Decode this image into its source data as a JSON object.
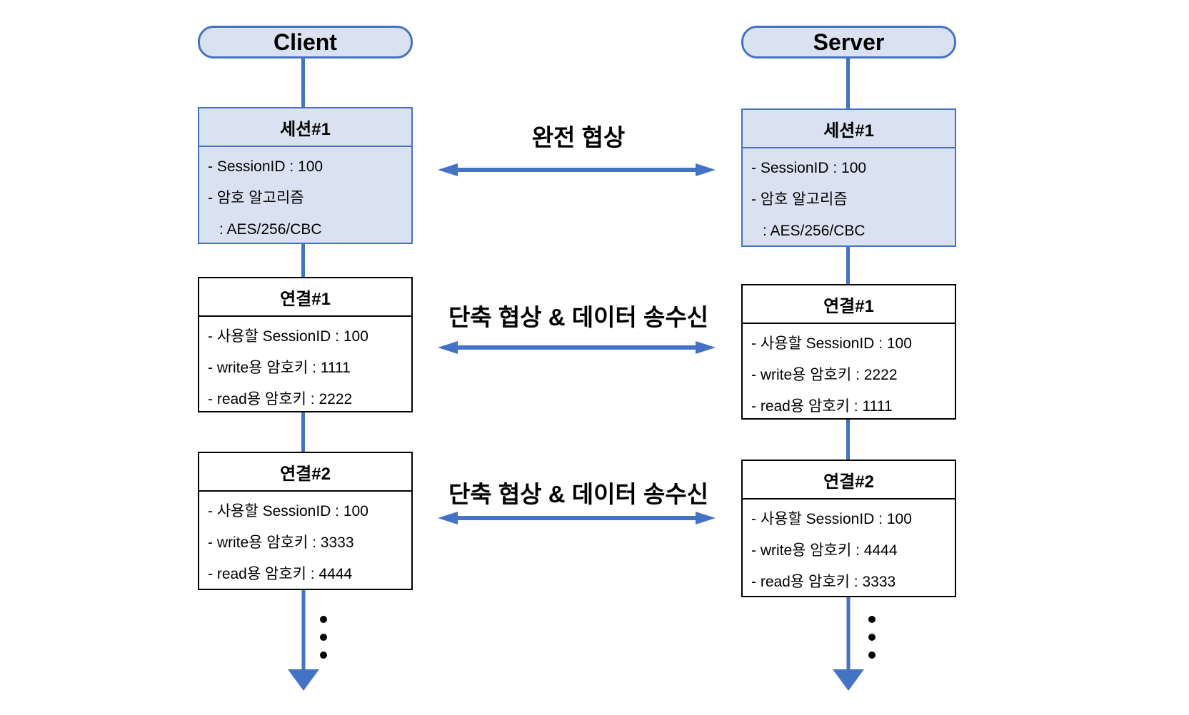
{
  "colors": {
    "accent_blue": "#4472C4",
    "light_blue_fill": "#DAE2F2",
    "connection_border": "#000000"
  },
  "client": {
    "title": "Client",
    "session": {
      "title": "세션#1",
      "lines": [
        "- SessionID : 100",
        "- 암호 알고리즘",
        ": AES/256/CBC"
      ]
    },
    "connections": [
      {
        "title": "연결#1",
        "lines": [
          "- 사용할 SessionID : 100",
          "- write용 암호키 : 1111",
          "- read용 암호키 : 2222"
        ]
      },
      {
        "title": "연결#2",
        "lines": [
          "- 사용할 SessionID : 100",
          "- write용 암호키 : 3333",
          "- read용 암호키 : 4444"
        ]
      }
    ]
  },
  "server": {
    "title": "Server",
    "session": {
      "title": "세션#1",
      "lines": [
        "- SessionID : 100",
        "- 암호 알고리즘",
        ": AES/256/CBC"
      ]
    },
    "connections": [
      {
        "title": "연결#1",
        "lines": [
          "- 사용할 SessionID : 100",
          "- write용 암호키 : 2222",
          "- read용 암호키 : 1111"
        ]
      },
      {
        "title": "연결#2",
        "lines": [
          "- 사용할 SessionID : 100",
          "- write용 암호키 : 4444",
          "- read용 암호키 : 3333"
        ]
      }
    ]
  },
  "messages": [
    {
      "label": "완전 협상"
    },
    {
      "label": "단축 협상 & 데이터 송수신"
    },
    {
      "label": "단축 협상 & 데이터 송수신"
    }
  ]
}
